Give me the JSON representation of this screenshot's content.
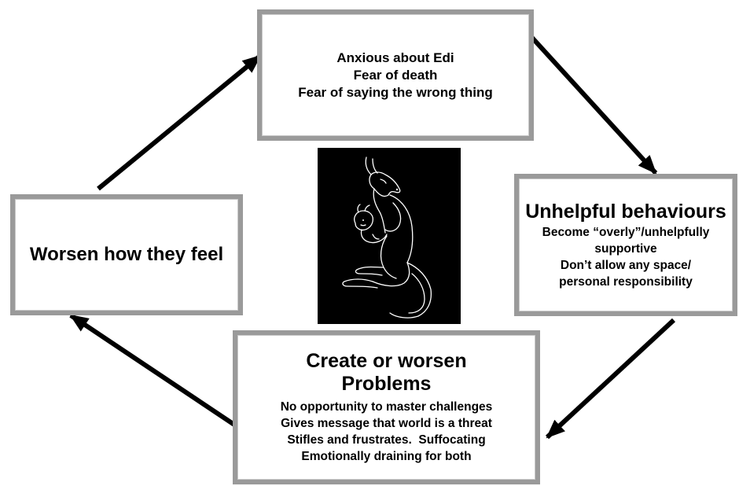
{
  "boxes": {
    "top": {
      "lines": [
        "Anxious about Edi",
        "Fear of death",
        "Fear of saying the wrong thing"
      ]
    },
    "right": {
      "title": "Unhelpful behaviours",
      "lines": [
        "Become “overly”/unhelpfully",
        "supportive",
        "Don’t allow any space/",
        "personal responsibility"
      ]
    },
    "bottom": {
      "title_lines": [
        "Create or worsen",
        "Problems"
      ],
      "lines": [
        "No opportunity to master challenges",
        "Gives message that world is a threat",
        "Stifles and frustrates.  Suffocating",
        "Emotionally draining for both"
      ]
    },
    "left": {
      "title": "Worsen how they feel"
    }
  },
  "picture": {
    "subject": "line drawing of a kangaroo holding a joey",
    "background_color": "#000000",
    "line_color": "#ffffff"
  },
  "colors": {
    "box_border": "#9a9a9a",
    "arrow": "#000000"
  }
}
